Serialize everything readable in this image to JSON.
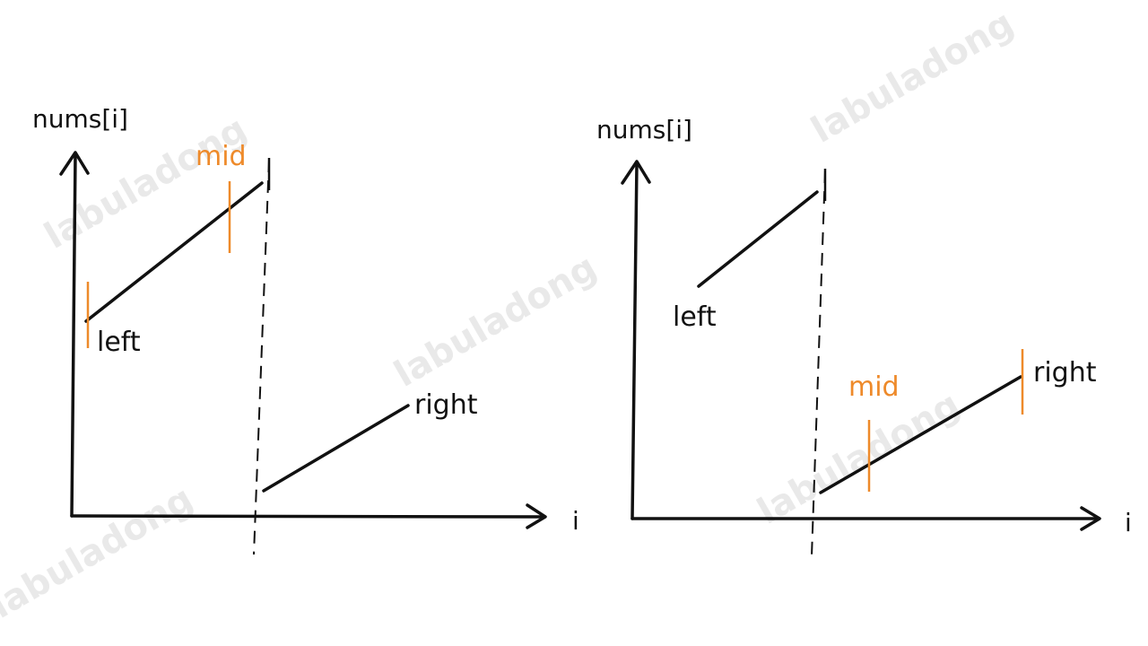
{
  "diagrams": [
    {
      "id": "left",
      "y_axis_label": "nums[i]",
      "x_axis_label": "i",
      "mid_label": "mid",
      "left_label": "left",
      "right_label": "right",
      "mid_on_segment": "upper"
    },
    {
      "id": "right",
      "y_axis_label": "nums[i]",
      "x_axis_label": "i",
      "mid_label": "mid",
      "left_label": "left",
      "right_label": "right",
      "mid_on_segment": "lower"
    }
  ],
  "watermark": "labuladong",
  "colors": {
    "line": "#111111",
    "accent": "#ee8a2a",
    "watermark": "#d0d0d0"
  }
}
